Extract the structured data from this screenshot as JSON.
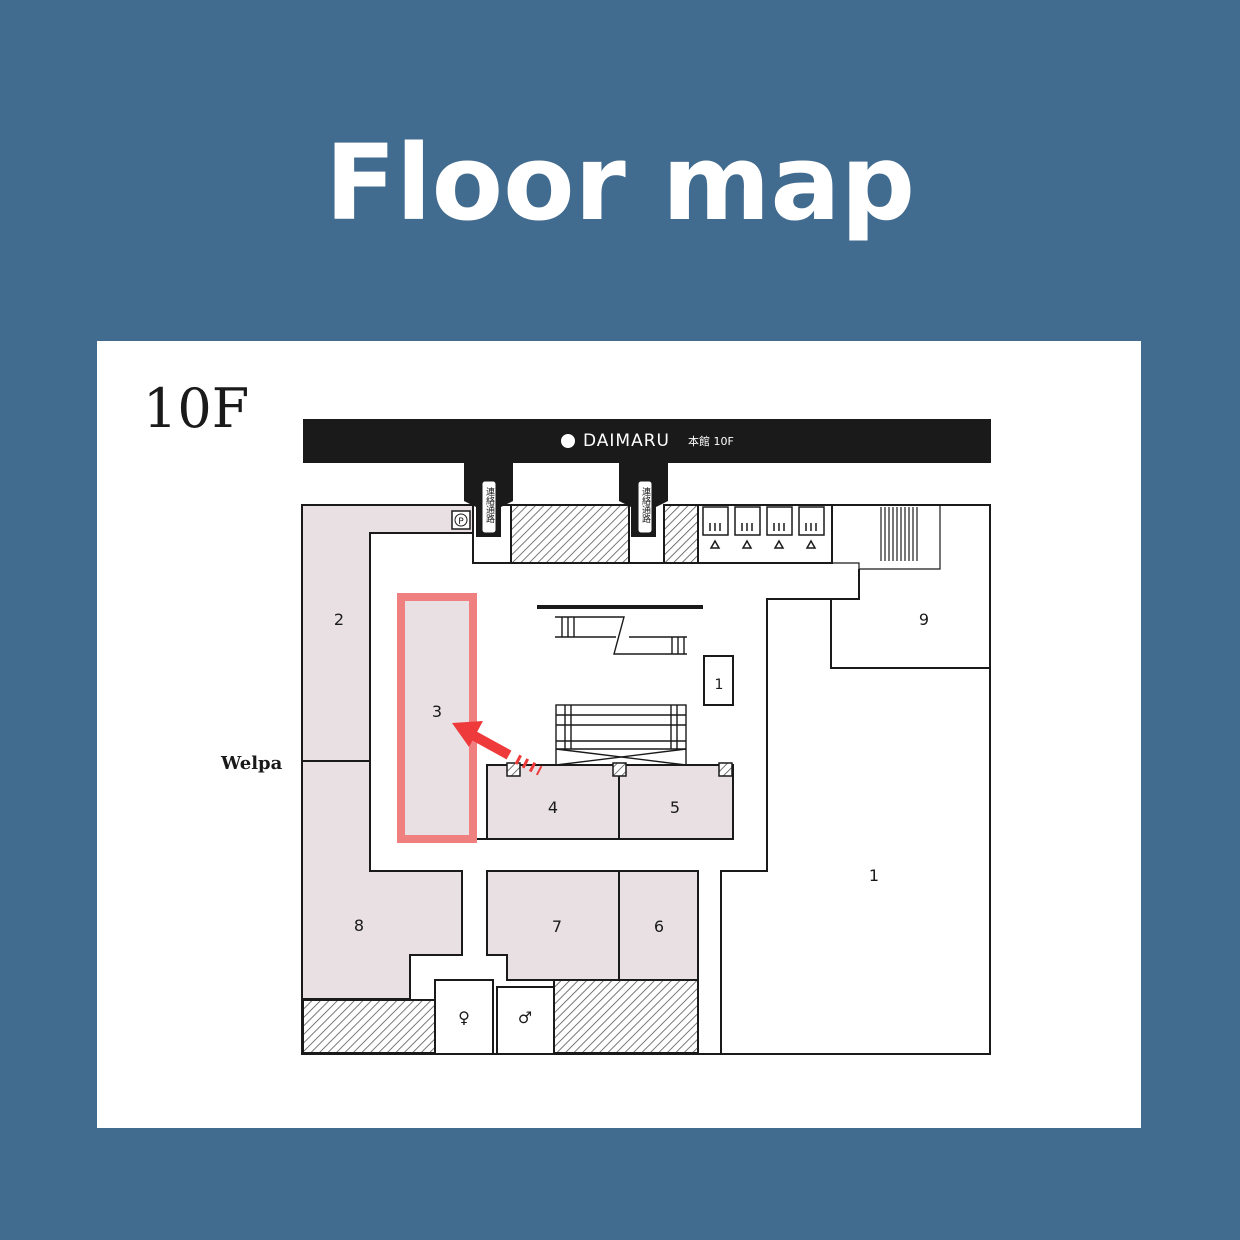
{
  "page": {
    "title": "Floor map"
  },
  "map": {
    "floor": "10F",
    "banner": {
      "brand": "DAIMARU",
      "subtitle": "本館 10F"
    },
    "connector_label": "連絡通路",
    "neighbor_label": "Welpa",
    "parking_label": "P",
    "highlighted_store": "3",
    "stores": [
      {
        "id": "1",
        "label": "1"
      },
      {
        "id": "1-small",
        "label": "1"
      },
      {
        "id": "2",
        "label": "2"
      },
      {
        "id": "3",
        "label": "3"
      },
      {
        "id": "4",
        "label": "4"
      },
      {
        "id": "5",
        "label": "5"
      },
      {
        "id": "6",
        "label": "6"
      },
      {
        "id": "7",
        "label": "7"
      },
      {
        "id": "8",
        "label": "8"
      },
      {
        "id": "9",
        "label": "9"
      }
    ],
    "colors": {
      "store_fill": "#e8e0e3",
      "highlight": "#f07f7f",
      "arrow": "#ee3a3a",
      "banner": "#1a1a1a",
      "background": "#416b8f"
    }
  }
}
